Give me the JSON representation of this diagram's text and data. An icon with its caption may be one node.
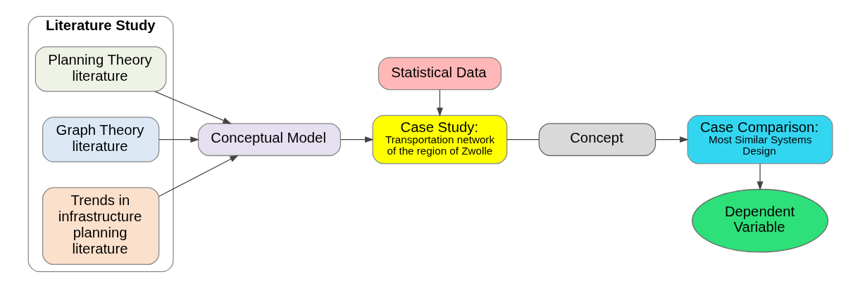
{
  "diagram": {
    "nodes": [
      {
        "text": [
          "Literature Study"
        ]
      },
      {
        "text": [
          "Planning Theory literature"
        ],
        "in": 0
      },
      {
        "text": [
          "Graph Theory literature"
        ],
        "in": 0
      },
      {
        "text": [
          "Trends in infrastructure planning literature"
        ],
        "in": 0
      },
      {
        "text": [
          "Conceptual Model"
        ]
      },
      {
        "text": [
          "Statistical Data"
        ]
      },
      {
        "text": [
          "Case Study:",
          "Transportation network of the region of Zwolle"
        ]
      },
      {
        "text": [
          "Concept"
        ]
      },
      {
        "text": [
          "Case Comparison:",
          "Most Similar Systems Design"
        ]
      },
      {
        "text": [
          "Dependent Variable"
        ]
      }
    ],
    "edges": [
      {
        "from": 1,
        "to": 4,
        "arrow": "to"
      },
      {
        "from": 2,
        "to": 4,
        "arrow": "to"
      },
      {
        "from": 3,
        "to": 4,
        "arrow": "to"
      },
      {
        "from": 4,
        "to": 6,
        "arrow": "to"
      },
      {
        "from": 5,
        "to": 6,
        "arrow": "to"
      },
      {
        "from": 6,
        "to": 7,
        "arrow": "none"
      },
      {
        "from": 7,
        "to": 8,
        "arrow": "to"
      },
      {
        "from": 8,
        "to": 9,
        "arrow": "to"
      }
    ]
  }
}
